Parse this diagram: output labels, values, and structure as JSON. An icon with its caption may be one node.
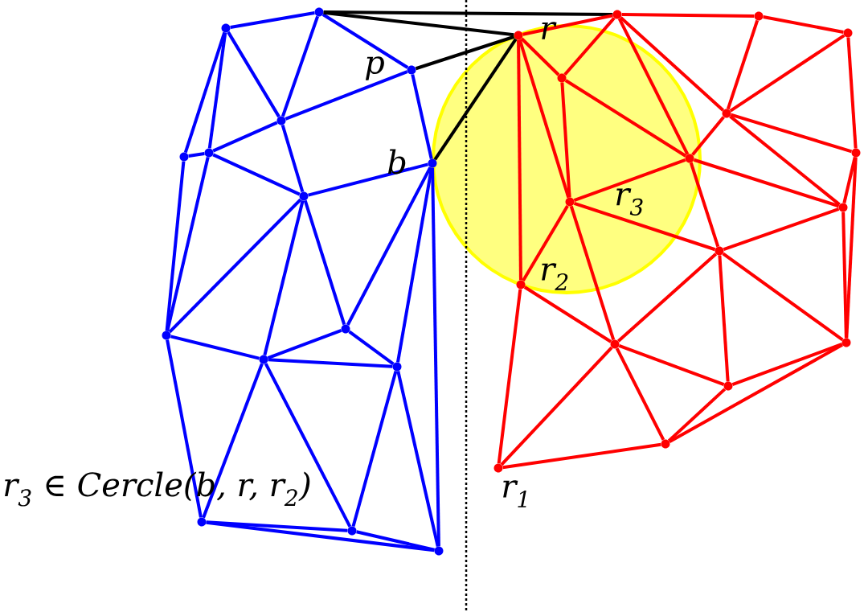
{
  "diagram": {
    "nodes": [
      {
        "text": [],
        "shape": "circle"
      },
      {
        "text": [],
        "shape": "circle"
      },
      {
        "text": [],
        "shape": "circle",
        "beside": [
          "p"
        ]
      },
      {
        "text": [],
        "shape": "circle"
      },
      {
        "text": [],
        "shape": "circle"
      },
      {
        "text": [],
        "shape": "circle"
      },
      {
        "text": [],
        "shape": "circle",
        "beside": [
          "b"
        ]
      },
      {
        "text": [],
        "shape": "circle"
      },
      {
        "text": [],
        "shape": "circle"
      },
      {
        "text": [],
        "shape": "circle"
      },
      {
        "text": [],
        "shape": "circle"
      },
      {
        "text": [],
        "shape": "circle"
      },
      {
        "text": [],
        "shape": "circle"
      },
      {
        "text": [],
        "shape": "circle"
      },
      {
        "text": [],
        "shape": "circle"
      },
      {
        "text": [],
        "shape": "circle"
      },
      {
        "text": [],
        "shape": "circle"
      },
      {
        "text": [],
        "shape": "circle"
      },
      {
        "text": [],
        "shape": "circle",
        "beside": [
          "r"
        ]
      },
      {
        "text": [],
        "shape": "circle"
      },
      {
        "text": [],
        "shape": "circle"
      },
      {
        "text": [],
        "shape": "circle"
      },
      {
        "text": [],
        "shape": "circle"
      },
      {
        "text": [],
        "shape": "circle",
        "beside": [
          "r$_{3}$"
        ]
      },
      {
        "text": [],
        "shape": "circle"
      },
      {
        "text": [],
        "shape": "circle",
        "beside": [
          "r$_{2}$"
        ]
      },
      {
        "text": [],
        "shape": "circle"
      },
      {
        "text": [],
        "shape": "circle"
      },
      {
        "text": [],
        "shape": "circle"
      },
      {
        "text": [],
        "shape": "circle"
      },
      {
        "text": [],
        "shape": "circle"
      },
      {
        "text": [],
        "shape": "circle",
        "beside": [
          "r$_{1}$"
        ]
      }
    ],
    "edges": [
      {
        "from": 0,
        "to": 1,
        "arrow": "none",
        "color": "#0000ff"
      },
      {
        "from": 0,
        "to": 3,
        "arrow": "none",
        "color": "#0000ff"
      },
      {
        "from": 0,
        "to": 2,
        "arrow": "none",
        "color": "#0000ff"
      },
      {
        "from": 1,
        "to": 3,
        "arrow": "none",
        "color": "#0000ff"
      },
      {
        "from": 1,
        "to": 4,
        "arrow": "none",
        "color": "#0000ff"
      },
      {
        "from": 1,
        "to": 5,
        "arrow": "none",
        "color": "#0000ff"
      },
      {
        "from": 2,
        "to": 3,
        "arrow": "none",
        "color": "#0000ff"
      },
      {
        "from": 2,
        "to": 6,
        "arrow": "none",
        "color": "#0000ff"
      },
      {
        "from": 3,
        "to": 5,
        "arrow": "none",
        "color": "#0000ff"
      },
      {
        "from": 3,
        "to": 7,
        "arrow": "none",
        "color": "#0000ff"
      },
      {
        "from": 4,
        "to": 5,
        "arrow": "none",
        "color": "#0000ff"
      },
      {
        "from": 5,
        "to": 7,
        "arrow": "none",
        "color": "#0000ff"
      },
      {
        "from": 6,
        "to": 7,
        "arrow": "none",
        "color": "#0000ff"
      },
      {
        "from": 4,
        "to": 8,
        "arrow": "none",
        "color": "#0000ff"
      },
      {
        "from": 5,
        "to": 8,
        "arrow": "none",
        "color": "#0000ff"
      },
      {
        "from": 7,
        "to": 8,
        "arrow": "none",
        "color": "#0000ff"
      },
      {
        "from": 7,
        "to": 10,
        "arrow": "none",
        "color": "#0000ff"
      },
      {
        "from": 7,
        "to": 9,
        "arrow": "none",
        "color": "#0000ff"
      },
      {
        "from": 6,
        "to": 9,
        "arrow": "none",
        "color": "#0000ff"
      },
      {
        "from": 6,
        "to": 11,
        "arrow": "none",
        "color": "#0000ff"
      },
      {
        "from": 6,
        "to": 14,
        "arrow": "none",
        "color": "#0000ff"
      },
      {
        "from": 8,
        "to": 10,
        "arrow": "none",
        "color": "#0000ff"
      },
      {
        "from": 8,
        "to": 12,
        "arrow": "none",
        "color": "#0000ff"
      },
      {
        "from": 10,
        "to": 9,
        "arrow": "none",
        "color": "#0000ff"
      },
      {
        "from": 10,
        "to": 11,
        "arrow": "none",
        "color": "#0000ff"
      },
      {
        "from": 9,
        "to": 11,
        "arrow": "none",
        "color": "#0000ff"
      },
      {
        "from": 10,
        "to": 12,
        "arrow": "none",
        "color": "#0000ff"
      },
      {
        "from": 10,
        "to": 13,
        "arrow": "none",
        "color": "#0000ff"
      },
      {
        "from": 11,
        "to": 13,
        "arrow": "none",
        "color": "#0000ff"
      },
      {
        "from": 11,
        "to": 14,
        "arrow": "none",
        "color": "#0000ff"
      },
      {
        "from": 12,
        "to": 13,
        "arrow": "none",
        "color": "#0000ff"
      },
      {
        "from": 12,
        "to": 14,
        "arrow": "none",
        "color": "#0000ff"
      },
      {
        "from": 13,
        "to": 14,
        "arrow": "none",
        "color": "#0000ff"
      },
      {
        "from": 0,
        "to": 15,
        "arrow": "none",
        "color": "#000000"
      },
      {
        "from": 0,
        "to": 18,
        "arrow": "none",
        "color": "#000000"
      },
      {
        "from": 2,
        "to": 18,
        "arrow": "none",
        "color": "#000000"
      },
      {
        "from": 6,
        "to": 18,
        "arrow": "none",
        "color": "#000000"
      },
      {
        "from": 15,
        "to": 16,
        "arrow": "none"
      },
      {
        "from": 16,
        "to": 17,
        "arrow": "none"
      },
      {
        "from": 18,
        "to": 15,
        "arrow": "none"
      },
      {
        "from": 18,
        "to": 19,
        "arrow": "none"
      },
      {
        "from": 15,
        "to": 19,
        "arrow": "none"
      },
      {
        "from": 15,
        "to": 21,
        "arrow": "none"
      },
      {
        "from": 15,
        "to": 20,
        "arrow": "none"
      },
      {
        "from": 16,
        "to": 20,
        "arrow": "none"
      },
      {
        "from": 17,
        "to": 20,
        "arrow": "none"
      },
      {
        "from": 17,
        "to": 22,
        "arrow": "none"
      },
      {
        "from": 19,
        "to": 21,
        "arrow": "none"
      },
      {
        "from": 19,
        "to": 23,
        "arrow": "none"
      },
      {
        "from": 18,
        "to": 23,
        "arrow": "none"
      },
      {
        "from": 18,
        "to": 25,
        "arrow": "none"
      },
      {
        "from": 20,
        "to": 21,
        "arrow": "none"
      },
      {
        "from": 20,
        "to": 22,
        "arrow": "none"
      },
      {
        "from": 20,
        "to": 24,
        "arrow": "none"
      },
      {
        "from": 21,
        "to": 24,
        "arrow": "none"
      },
      {
        "from": 22,
        "to": 24,
        "arrow": "none"
      },
      {
        "from": 22,
        "to": 28,
        "arrow": "none"
      },
      {
        "from": 24,
        "to": 28,
        "arrow": "none"
      },
      {
        "from": 24,
        "to": 26,
        "arrow": "none"
      },
      {
        "from": 21,
        "to": 26,
        "arrow": "none"
      },
      {
        "from": 21,
        "to": 23,
        "arrow": "none"
      },
      {
        "from": 23,
        "to": 26,
        "arrow": "none"
      },
      {
        "from": 23,
        "to": 25,
        "arrow": "none"
      },
      {
        "from": 23,
        "to": 27,
        "arrow": "none"
      },
      {
        "from": 25,
        "to": 27,
        "arrow": "none"
      },
      {
        "from": 25,
        "to": 31,
        "arrow": "none"
      },
      {
        "from": 27,
        "to": 26,
        "arrow": "none"
      },
      {
        "from": 27,
        "to": 31,
        "arrow": "none"
      },
      {
        "from": 27,
        "to": 29,
        "arrow": "none"
      },
      {
        "from": 27,
        "to": 30,
        "arrow": "none"
      },
      {
        "from": 26,
        "to": 29,
        "arrow": "none"
      },
      {
        "from": 26,
        "to": 28,
        "arrow": "none"
      },
      {
        "from": 29,
        "to": 28,
        "arrow": "none"
      },
      {
        "from": 29,
        "to": 30,
        "arrow": "none"
      },
      {
        "from": 30,
        "to": 28,
        "arrow": "none"
      },
      {
        "from": 30,
        "to": 31,
        "arrow": "none"
      }
    ],
    "labels": [
      "r$_{3}$ ∈ Cercle(b, r, r$_{2}$)"
    ]
  }
}
